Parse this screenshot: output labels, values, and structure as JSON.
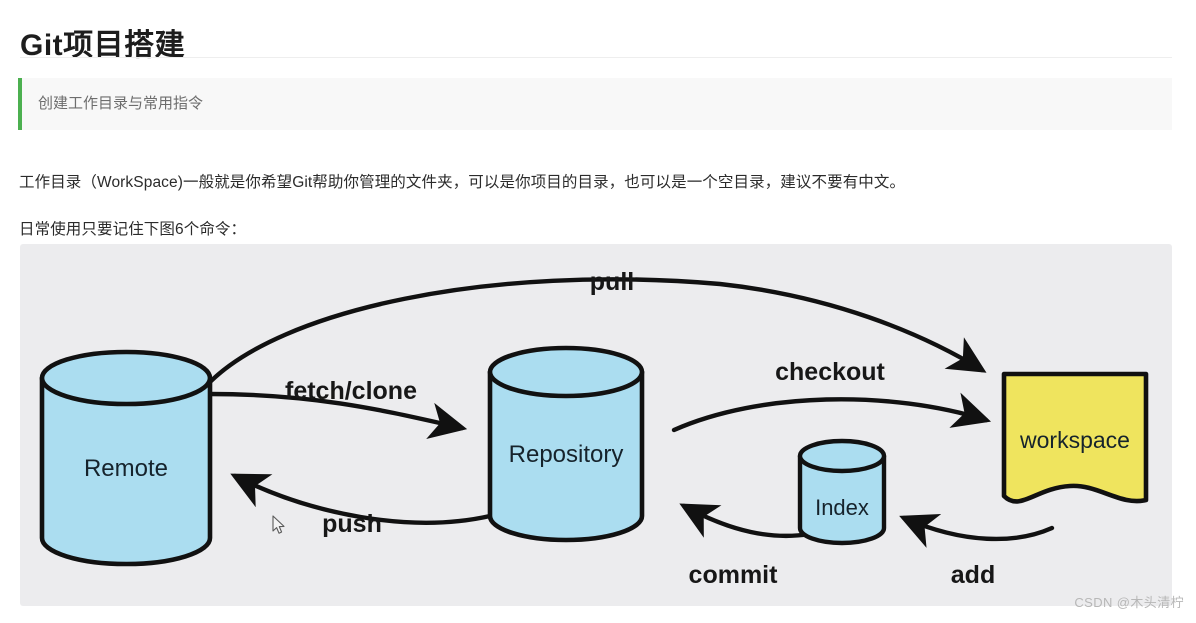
{
  "page": {
    "title": "Git项目搭建",
    "quote": "创建工作目录与常用指令",
    "paragraph_1": "工作目录（WorkSpace)一般就是你希望Git帮助你管理的文件夹，可以是你项目的目录，也可以是一个空目录，建议不要有中文。",
    "paragraph_2": "日常使用只要记住下图6个命令："
  },
  "colors": {
    "accent_green": "#4cb050",
    "cylinder_blue": "#abddf0",
    "workspace_yellow": "#efe45e",
    "stroke_black": "#111111",
    "panel_bg": "#ececee",
    "quote_bg": "#f8f8f8",
    "watermark_gray": "#b7b7b7"
  },
  "diagram": {
    "type": "git-workflow",
    "nodes": [
      {
        "id": "remote",
        "label": "Remote",
        "shape": "cylinder",
        "fill": "#abddf0"
      },
      {
        "id": "repository",
        "label": "Repository",
        "shape": "cylinder",
        "fill": "#abddf0"
      },
      {
        "id": "index",
        "label": "Index",
        "shape": "cylinder",
        "fill": "#abddf0"
      },
      {
        "id": "workspace",
        "label": "workspace",
        "shape": "note",
        "fill": "#efe45e"
      }
    ],
    "edges": [
      {
        "id": "pull",
        "label": "pull",
        "from": "remote",
        "to": "workspace"
      },
      {
        "id": "fetch-clone",
        "label": "fetch/clone",
        "from": "remote",
        "to": "repository"
      },
      {
        "id": "push",
        "label": "push",
        "from": "repository",
        "to": "remote"
      },
      {
        "id": "checkout",
        "label": "checkout",
        "from": "repository",
        "to": "workspace"
      },
      {
        "id": "commit",
        "label": "commit",
        "from": "index",
        "to": "repository"
      },
      {
        "id": "add",
        "label": "add",
        "from": "workspace",
        "to": "index"
      }
    ]
  },
  "watermark": {
    "text": "CSDN @木头清柠"
  }
}
